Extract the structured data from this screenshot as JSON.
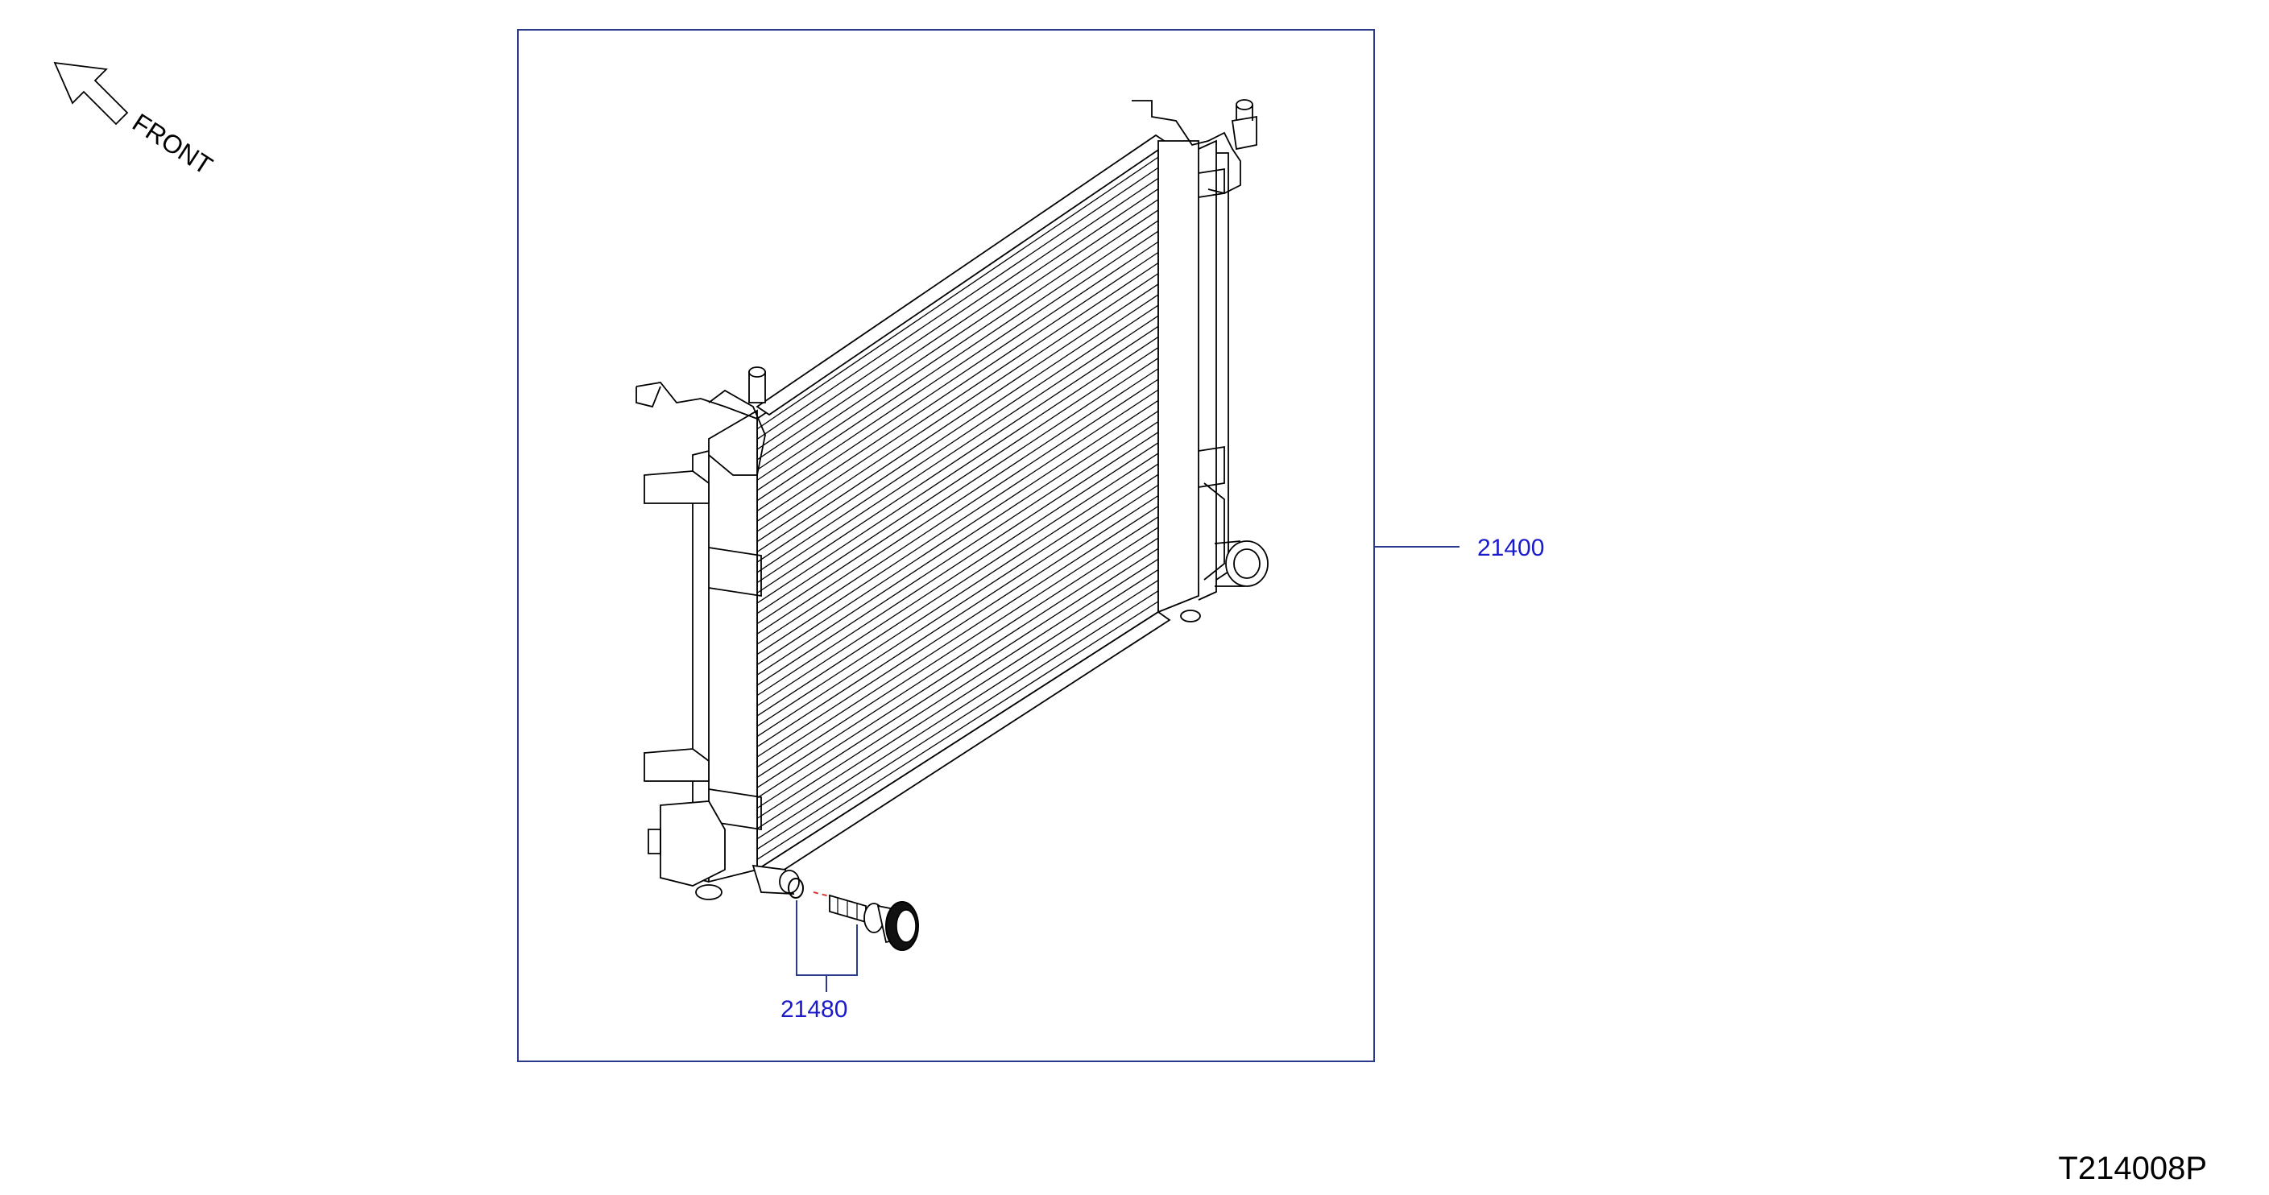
{
  "orientation": {
    "label": "FRONT"
  },
  "callouts": {
    "radiator": "21400",
    "drain_plug": "21480"
  },
  "reference_code": "T214008P",
  "colors": {
    "frame": "#2a3a8c",
    "callout_text": "#1a1acc",
    "line_art": "#000000"
  }
}
